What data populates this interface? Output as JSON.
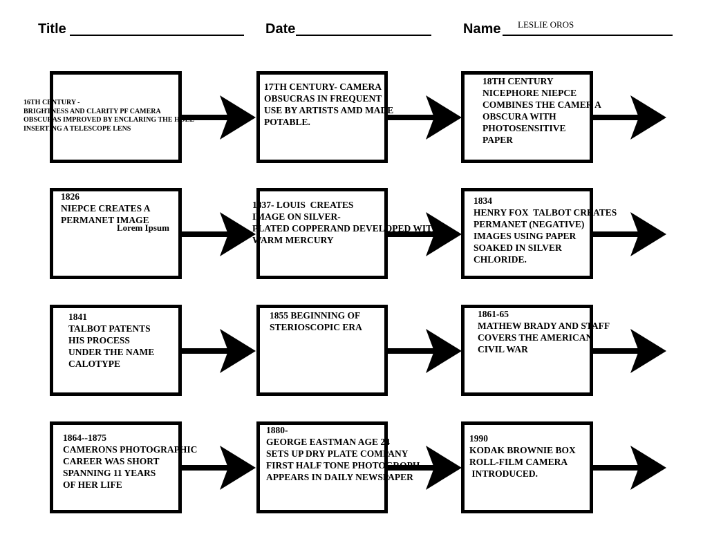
{
  "header": {
    "title_label": "Title",
    "date_label": "Date",
    "name_label": "Name",
    "name_value": "LESLIE OROS"
  },
  "placeholder_text": "Lorem Ipsum",
  "boxes": [
    {
      "id": "r1c1",
      "text": "16TH CENTURY -\nBRIGHTNESS AND CLARITY PF CAMERA\nOBSCURAS IMPROVED BY ENCLARING THE HOLE\nINSERTING A TELESCOPE LENS"
    },
    {
      "id": "r1c2",
      "text": "17TH CENTURY- CAMERA\nOBSUCRAS IN FREQUENT\nUSE BY ARTISTS AMD MADE\nPOTABLE."
    },
    {
      "id": "r1c3",
      "text": "18TH CENTURY\nNICEPHORE NIEPCE\nCOMBINES THE CAMER A\nOBSCURA WITH\nPHOTOSENSITIVE\nPAPER"
    },
    {
      "id": "r2c1",
      "text": "1826\nNIEPCE CREATES A\nPERMANET IMAGE"
    },
    {
      "id": "r2c2",
      "text": "1837- LOUIS  CREATES\nIMAGE ON SILVER-\nPLATED COPPERAND DEVELOPED WITH\nWARM MERCURY"
    },
    {
      "id": "r2c3",
      "text": "1834\nHENRY FOX  TALBOT CREATES\nPERMANET (NEGATIVE)\nIMAGES USING PAPER\nSOAKED IN SILVER\nCHLORIDE."
    },
    {
      "id": "r3c1",
      "text": "1841\nTALBOT PATENTS\nHIS PROCESS\nUNDER THE NAME\nCALOTYPE"
    },
    {
      "id": "r3c2",
      "text": "1855 BEGINNING OF\nSTERIOSCOPIC ERA"
    },
    {
      "id": "r3c3",
      "text": "1861-65\nMATHEW BRADY AND STAFF\nCOVERS THE AMERICAN\nCIVIL WAR"
    },
    {
      "id": "r4c1",
      "text": "1864--1875\nCAMERONS PHOTOGRAPHIC\nCAREER WAS SHORT\nSPANNING 11 YEARS\nOF HER LIFE"
    },
    {
      "id": "r4c2",
      "text": "1880-\nGEORGE EASTMAN AGE 24\nSETS UP DRY PLATE COMPANY\nFIRST HALF TONE PHOTOGROPH\nAPPEARS IN DAILY NEWSPAPER"
    },
    {
      "id": "r4c3",
      "text": "1990\nKODAK BROWNIE BOX\nROLL-FILM CAMERA\n INTRODUCED."
    }
  ]
}
